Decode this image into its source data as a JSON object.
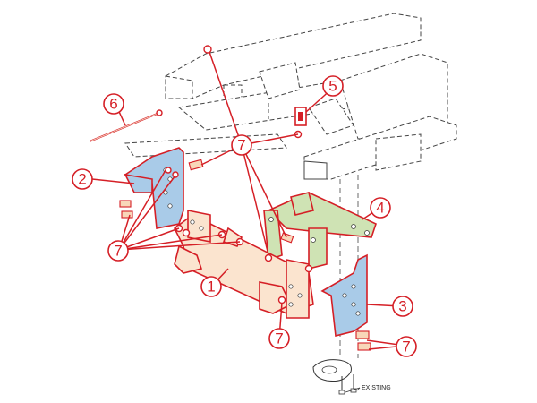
{
  "callouts": [
    {
      "label": "1"
    },
    {
      "label": "2"
    },
    {
      "label": "3"
    },
    {
      "label": "4"
    },
    {
      "label": "5"
    },
    {
      "label": "6"
    },
    {
      "label": "7"
    }
  ],
  "parts": {
    "main_crossmember": {
      "color": "#fbe4cf"
    },
    "side_bracket": {
      "color": "#a9cbe8"
    },
    "center_bracket": {
      "color": "#cfe3b4"
    },
    "outline": {
      "color": "#d51f26"
    }
  },
  "note": {
    "text": "EXISTING"
  }
}
